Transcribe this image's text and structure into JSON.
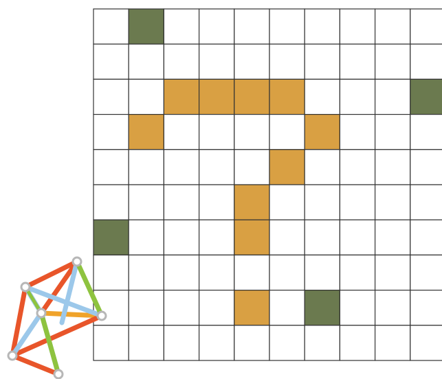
{
  "board": {
    "rows": 10,
    "cols": 10,
    "colors": {
      "empty": "#ffffff",
      "orange": "#d9a043",
      "green": "#6b7a4f",
      "grid_line": "#333333"
    },
    "orange_cells": [
      [
        2,
        2
      ],
      [
        2,
        3
      ],
      [
        2,
        4
      ],
      [
        2,
        5
      ],
      [
        3,
        1
      ],
      [
        3,
        6
      ],
      [
        4,
        5
      ],
      [
        5,
        4
      ],
      [
        6,
        4
      ],
      [
        8,
        4
      ]
    ],
    "green_cells": [
      [
        0,
        1
      ],
      [
        2,
        9
      ],
      [
        6,
        0
      ],
      [
        8,
        6
      ]
    ]
  },
  "icon": {
    "name": "molecule-icon",
    "colors": {
      "node": "#b7b7b7",
      "orange_bond": "#e8552a",
      "blue_bond": "#9cc8ea",
      "green_bond": "#8ec33f",
      "amber_bond": "#f0a32a"
    }
  }
}
